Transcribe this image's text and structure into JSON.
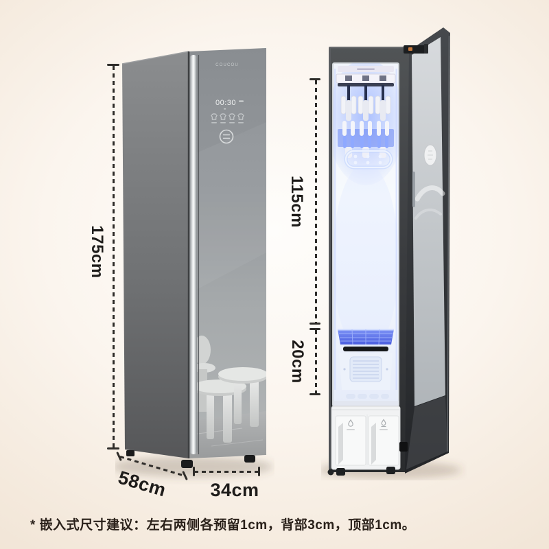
{
  "page": {
    "footnote": "* 嵌入式尺寸建议：左右两侧各预留1cm，背部3cm，顶部1cm。"
  },
  "dimensions": {
    "height": "175cm",
    "depth": "58cm",
    "width": "34cm",
    "inner_height": "115cm",
    "lower_height": "20cm"
  },
  "left_unit": {
    "brand": "COUCOU",
    "display_time": "00:30"
  },
  "icons": {
    "power": "power-icon",
    "garment_modes": [
      "steam-mode-icon",
      "dry-mode-icon",
      "fresh-mode-icon",
      "gentle-mode-icon"
    ],
    "water_tank": "water-drop-icon",
    "drain_tank": "drain-icon",
    "hangers": "steam-hanger-icon"
  },
  "colors": {
    "background_center": "#fefdfb",
    "background_edge": "#e8d8c4",
    "dimension_line": "#2e2c29",
    "dimension_text": "#1e1c1a",
    "interior_glow_blue": "#8fa9ff",
    "cabinet_dark": "#3a3c3f",
    "mirror_gray": "#9aa0a4"
  }
}
